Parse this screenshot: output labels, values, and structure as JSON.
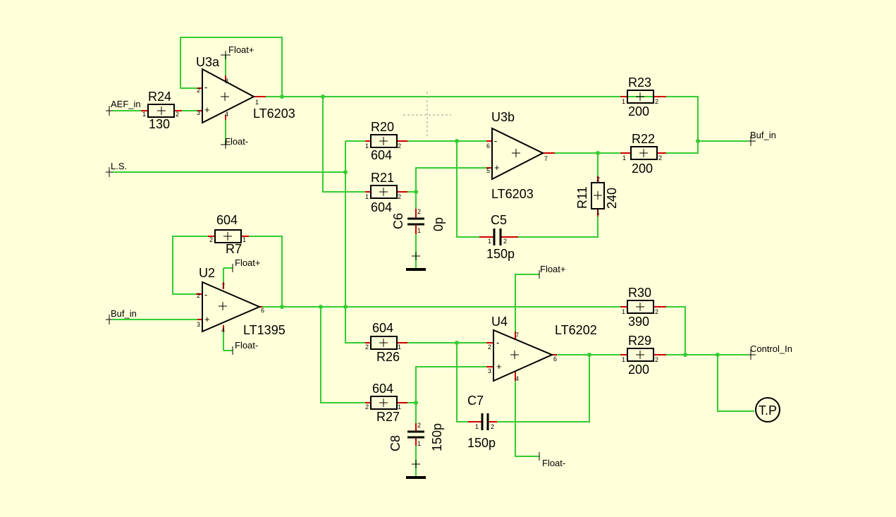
{
  "colors": {
    "background": "#FFFFD9",
    "wire": "#33CC33",
    "pin_lead": "#CC0000",
    "part": "#000000"
  },
  "nets": {
    "aef_in": "AEF_in",
    "ls": "L.S.",
    "buf_in_left": "Buf_in",
    "buf_in_right": "Buf_in",
    "control_in": "Control_In",
    "test_point": "T.P"
  },
  "power": {
    "u3a_pos": "Float+",
    "u3a_neg": "Float-",
    "u2_pos": "Float+",
    "u2_neg": "Float-",
    "u4_pos": "Float+",
    "u4_neg": "Float-"
  },
  "opamps": {
    "u3a": {
      "ref": "U3a",
      "part": "LT6203"
    },
    "u3b": {
      "ref": "U3b",
      "part": "LT6203"
    },
    "u2": {
      "ref": "U2",
      "part": "LT1395"
    },
    "u4": {
      "ref": "U4",
      "part": "LT6202"
    }
  },
  "resistors": {
    "r24": {
      "ref": "R24",
      "value": "130"
    },
    "r20": {
      "ref": "R20",
      "value": "604"
    },
    "r21": {
      "ref": "R21",
      "value": "604"
    },
    "r23": {
      "ref": "R23",
      "value": "200"
    },
    "r22": {
      "ref": "R22",
      "value": "200"
    },
    "r11": {
      "ref": "R11",
      "value": "240"
    },
    "r7": {
      "ref": "R7",
      "value": "604"
    },
    "r30": {
      "ref": "R30",
      "value": "390"
    },
    "r29": {
      "ref": "R29",
      "value": "200"
    },
    "r26": {
      "ref": "R26",
      "value": "604"
    },
    "r27": {
      "ref": "R27",
      "value": "604"
    }
  },
  "capacitors": {
    "c6": {
      "ref": "C6",
      "value": "0p"
    },
    "c5": {
      "ref": "C5",
      "value": "150p"
    },
    "c7": {
      "ref": "C7",
      "value": "150p"
    },
    "c8": {
      "ref": "C8",
      "value": "150p"
    }
  },
  "pins": {
    "one": "1",
    "two": "2",
    "three": "3",
    "four": "4",
    "five": "5",
    "six": "6",
    "seven": "7",
    "eight": "8",
    "minus": "-",
    "plus": "+"
  }
}
